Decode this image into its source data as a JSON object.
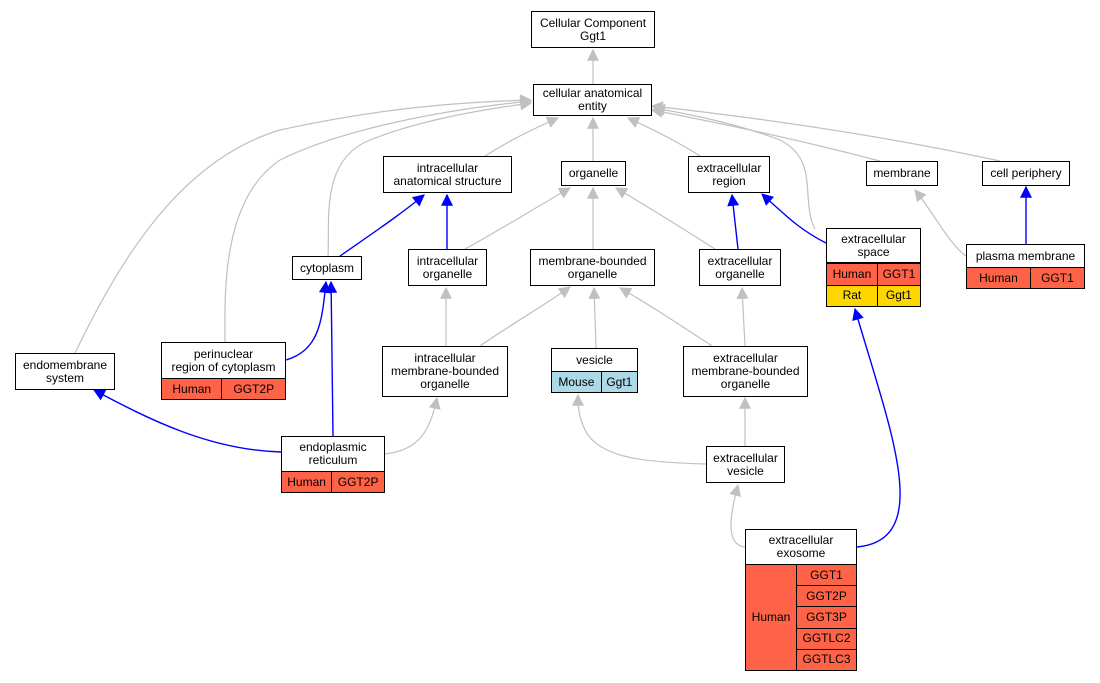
{
  "nodes": {
    "root": "Cellular Component\nGgt1",
    "cae": "cellular anatomical\nentity",
    "ias": "intracellular\nanatomical structure",
    "organelle": "organelle",
    "ecr": "extracellular\nregion",
    "membrane": "membrane",
    "cellperiph": "cell periphery",
    "cytoplasm": "cytoplasm",
    "io": "intracellular\norganelle",
    "mbo": "membrane-bounded\norganelle",
    "eco": "extracellular\norganelle",
    "ecs": "extracellular\nspace",
    "pm": "plasma membrane",
    "endo": "endomembrane\nsystem",
    "perinuc": "perinuclear\nregion of cytoplasm",
    "imbo": "intracellular\nmembrane-bounded\norganelle",
    "vesicle": "vesicle",
    "embo": "extracellular\nmembrane-bounded\norganelle",
    "er": "endoplasmic\nreticulum",
    "ecv": "extracellular\nvesicle",
    "exo": "extracellular\nexosome"
  },
  "annotations": {
    "ecs": [
      {
        "species": "Human",
        "genes": [
          "GGT1"
        ]
      },
      {
        "species": "Rat",
        "genes": [
          "Ggt1"
        ]
      }
    ],
    "pm": [
      {
        "species": "Human",
        "genes": [
          "GGT1"
        ]
      }
    ],
    "perinuc": [
      {
        "species": "Human",
        "genes": [
          "GGT2P"
        ]
      }
    ],
    "vesicle": [
      {
        "species": "Mouse",
        "genes": [
          "Ggt1"
        ]
      }
    ],
    "er": [
      {
        "species": "Human",
        "genes": [
          "GGT2P"
        ]
      }
    ],
    "exo": [
      {
        "species": "Human",
        "genes": [
          "GGT1",
          "GGT2P",
          "GGT3P",
          "GGTLC2",
          "GGTLC3"
        ]
      }
    ]
  },
  "colors": {
    "Human": "#ff6347",
    "Rat": "#ffd700",
    "Mouse": "#add8e6",
    "is_a_edge": "#c0c0c0",
    "part_of_edge": "#0000ff"
  }
}
